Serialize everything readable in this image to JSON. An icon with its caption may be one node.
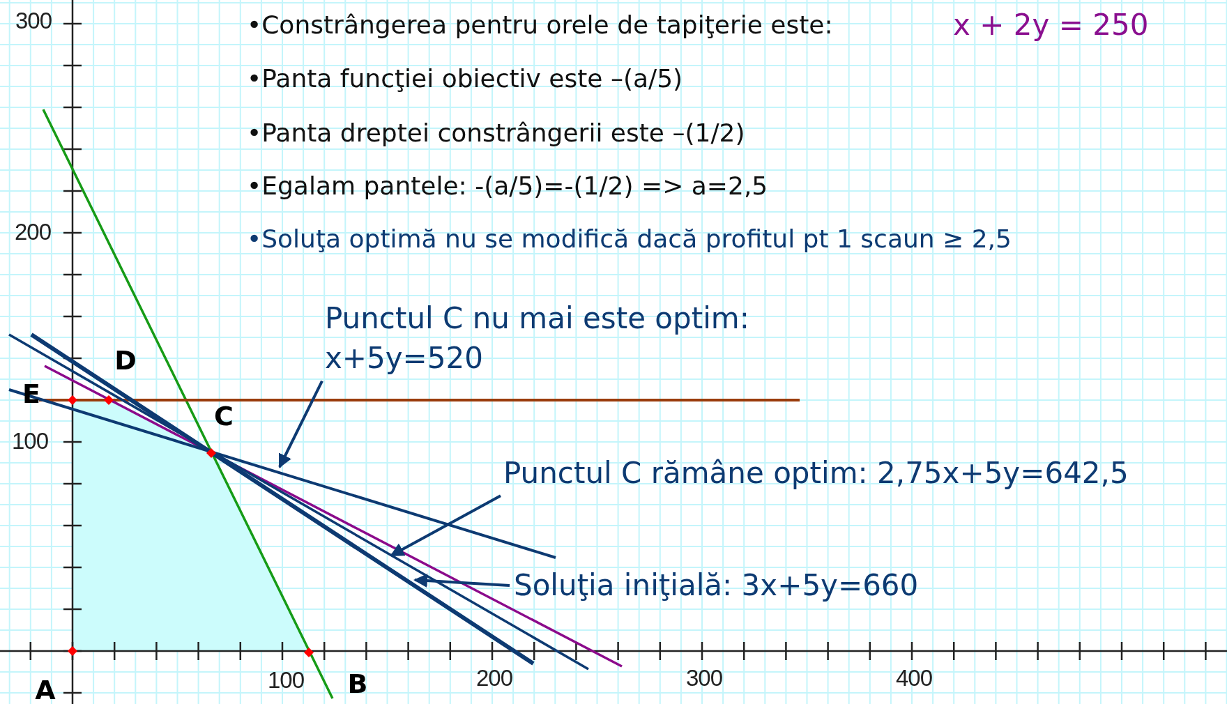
{
  "diagram": {
    "nodes": [
      {
        "text": [
          "Punctul C nu mai este optim: x+5y=520"
        ]
      },
      {
        "text": [
          "Punctul C rămâne optim: 2,75x+5y=642,5"
        ]
      },
      {
        "text": [
          "Soluţia iniţială: 3x+5y=660"
        ]
      }
    ],
    "edges": [
      {
        "from": 0,
        "to": null,
        "arrow": "to"
      },
      {
        "from": 1,
        "to": null,
        "arrow": "to"
      },
      {
        "from": 2,
        "to": null,
        "arrow": "to"
      }
    ],
    "labels": [
      "•Constrângerea pentru orele de tapiţerie este:",
      "x + 2y = 250",
      "•Panta funcţiei obiectiv este –(a/5)",
      "•Panta dreptei constrângerii este –(1/2)",
      "•Egalam pantele: -(a/5)=-(1/2) => a=2,5",
      "•Soluţa optimă nu se modifică dacă profitul pt 1 scaun ≥ 2,5",
      "300",
      "200",
      "D",
      "E",
      "C",
      "100",
      "100",
      "B",
      "200",
      "300",
      "400",
      "A"
    ]
  }
}
